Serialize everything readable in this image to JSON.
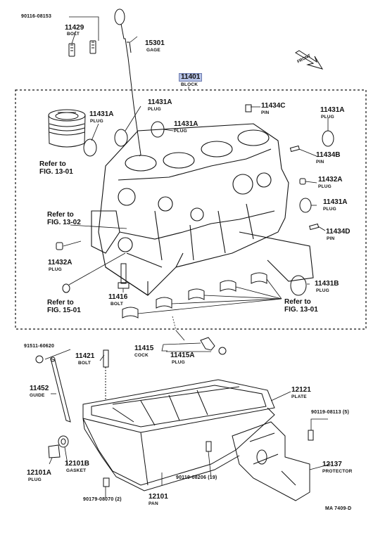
{
  "diagram": {
    "parts": {
      "p90116": {
        "number": "90116-08153",
        "name": ""
      },
      "p11429": {
        "number": "11429",
        "name": "BOLT"
      },
      "p15301": {
        "number": "15301",
        "name": "GAGE"
      },
      "p11401": {
        "number": "11401",
        "name": "BLOCK"
      },
      "p11431A_plug_top": {
        "number": "11431A",
        "name": "PLUG"
      },
      "p11431A_left": {
        "number": "11431A",
        "name": "PLUG"
      },
      "p11431A_mid": {
        "number": "11431A",
        "name": "PLUG"
      },
      "p11434C": {
        "number": "11434C",
        "name": "PIN"
      },
      "p11431A_right": {
        "number": "11431A",
        "name": "PLUG"
      },
      "p11434B": {
        "number": "11434B",
        "name": "PIN"
      },
      "p11432A_right": {
        "number": "11432A",
        "name": "PLUG"
      },
      "p11431A_right2": {
        "number": "11431A",
        "name": "PLUG"
      },
      "p11434D": {
        "number": "11434D",
        "name": "PIN"
      },
      "p11432A_left": {
        "number": "11432A",
        "name": "PLUG"
      },
      "p11416": {
        "number": "11416",
        "name": "BOLT"
      },
      "p11431B": {
        "number": "11431B",
        "name": "PLUG"
      },
      "p11415": {
        "number": "11415",
        "name": "COCK"
      },
      "p11415A": {
        "number": "11415A",
        "name": "PLUG"
      },
      "p91511": {
        "number": "91511-60620",
        "name": ""
      },
      "p11421": {
        "number": "11421",
        "name": "BOLT"
      },
      "p11452": {
        "number": "11452",
        "name": "GUIDE"
      },
      "p12121": {
        "number": "12121",
        "name": "PLATE"
      },
      "p90119_08113": {
        "number": "90119-08113 (5)",
        "name": ""
      },
      "p12137": {
        "number": "12137",
        "name": "PROTECTOR"
      },
      "p12101A": {
        "number": "12101A",
        "name": "PLUG"
      },
      "p12101B": {
        "number": "12101B",
        "name": "GASKET"
      },
      "p90119_08206": {
        "number": "90119-08206 (19)",
        "name": ""
      },
      "p90179": {
        "number": "90179-08070 (2)",
        "name": ""
      },
      "p12101": {
        "number": "12101",
        "name": "PAN"
      }
    },
    "refs": {
      "ref_piston": [
        "Refer to",
        "FIG. 13-01"
      ],
      "ref_1302": [
        "Refer to",
        "FIG. 13-02"
      ],
      "ref_1501": [
        "Refer to",
        "FIG. 15-01"
      ],
      "ref_bearings": [
        "Refer to",
        "FIG. 13-01"
      ]
    },
    "front_label": "FRONT",
    "figure_code": "MA  7409-D",
    "colors": {
      "highlight": "#b7c3e6",
      "ink": "#111111"
    }
  }
}
